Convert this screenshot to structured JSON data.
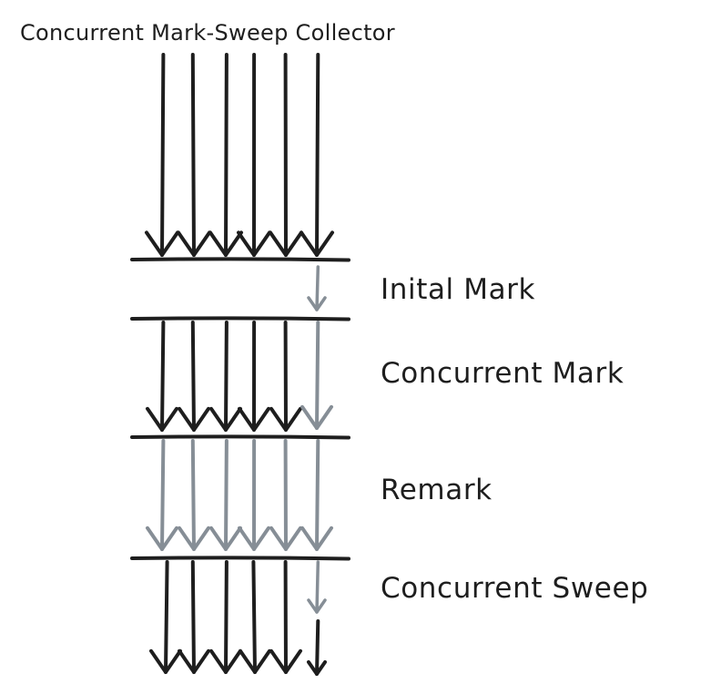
{
  "title": "Concurrent Mark-Sweep Collector",
  "phases": [
    {
      "label": "Inital Mark"
    },
    {
      "label": "Concurrent Mark"
    },
    {
      "label": "Remark"
    },
    {
      "label": "Concurrent Sweep"
    }
  ],
  "colors": {
    "ink": "#1e1e1e",
    "gc_thread": "#868e96",
    "background": "#ffffff"
  }
}
